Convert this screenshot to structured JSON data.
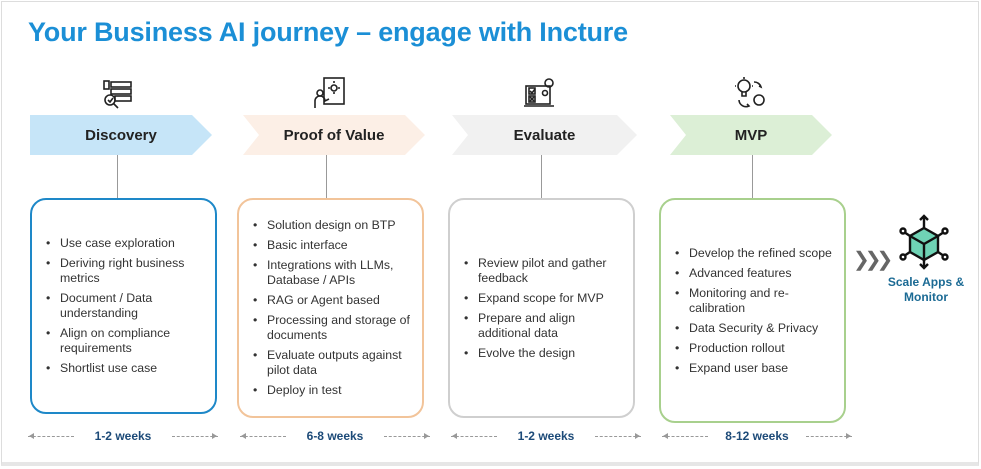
{
  "title": "Your Business AI journey – engage with Incture",
  "colors": {
    "title": "#1b8fd6",
    "discovery": "#c6e5f8",
    "proof": "#fcefe6",
    "evaluate": "#f1f1f1",
    "mvp": "#dcefd6"
  },
  "stages": [
    {
      "label": "Discovery",
      "icon": "analysis-list-icon",
      "duration": "1-2 weeks",
      "items": [
        "Use case exploration",
        "Deriving right business metrics",
        "Document / Data understanding",
        "Align on compliance requirements",
        "Shortlist use case"
      ]
    },
    {
      "label": "Proof of Value",
      "icon": "presenter-idea-icon",
      "duration": "6-8 weeks",
      "items": [
        "Solution design on BTP",
        "Basic interface",
        "Integrations with LLMs, Database / APIs",
        "RAG or Agent based",
        "Processing and storage of documents",
        "Evaluate outputs against pilot data",
        "Deploy in test"
      ]
    },
    {
      "label": "Evaluate",
      "icon": "laptop-checklist-icon",
      "duration": "1-2 weeks",
      "items": [
        "Review pilot and gather feedback",
        "Expand scope for MVP",
        "Prepare and align additional data",
        "Evolve the design"
      ]
    },
    {
      "label": "MVP",
      "icon": "idea-gear-cycle-icon",
      "duration": "8-12 weeks",
      "items": [
        "Develop the refined scope",
        "Advanced features",
        "Monitoring and re-calibration",
        "Data Security & Privacy",
        "Production rollout",
        "Expand user base"
      ]
    }
  ],
  "final": {
    "label": "Scale Apps & Monitor",
    "icon": "scale-cube-icon"
  }
}
